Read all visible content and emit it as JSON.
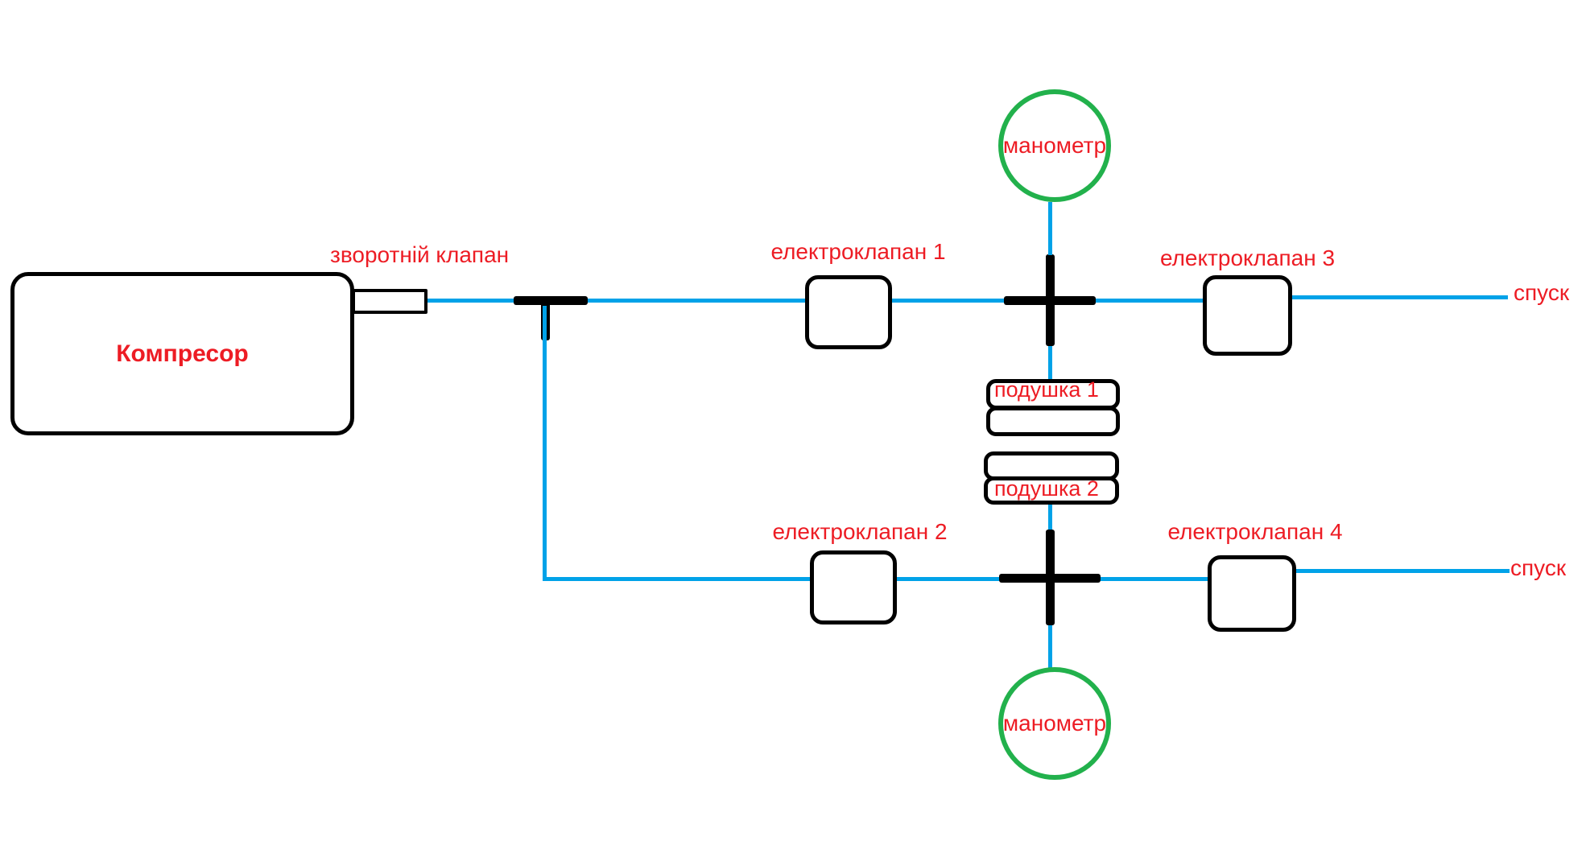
{
  "diagram": {
    "colors": {
      "pipe": "#00A2E8",
      "label": "#ED1C24",
      "manometer_ring": "#22B14C",
      "shape_outline": "#000000",
      "bg": "#FFFFFF"
    },
    "compressor": {
      "label": "Компресор"
    },
    "check_valve": {
      "label": "зворотній клапан"
    },
    "valves": [
      {
        "label": "електроклапан 1"
      },
      {
        "label": "електроклапан 2"
      },
      {
        "label": "електроклапан 3"
      },
      {
        "label": "електроклапан 4"
      }
    ],
    "manometers": [
      {
        "label": "манометр"
      },
      {
        "label": "манометр"
      }
    ],
    "pillows": [
      {
        "label": "подушка 1"
      },
      {
        "label": "подушка 2"
      }
    ],
    "outlets": [
      {
        "label": "спуск"
      },
      {
        "label": "спуск"
      }
    ]
  }
}
